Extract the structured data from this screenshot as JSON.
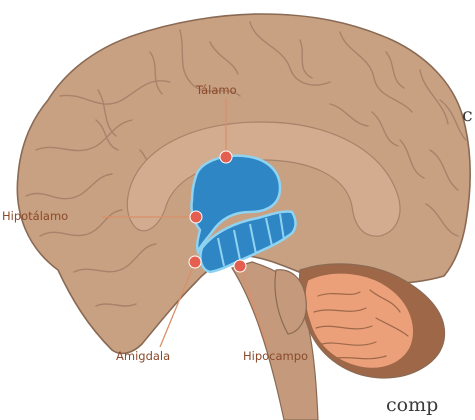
{
  "colors": {
    "cortex": "#c8a082",
    "cortex_outline": "#8a6a54",
    "sulci": "#a8826a",
    "inner": "#d3ab8e",
    "cerebellum_dark": "#9e6848",
    "cerebellum": "#eba07a",
    "stem": "#c59a7c",
    "limbic": "#2f86c4",
    "limbic_outline": "#8fd3f3",
    "accent": "#e45f4f",
    "leader": "#d9906a",
    "label": "#8a4a2a"
  },
  "labels": {
    "thalamus": "Tálamo",
    "hypothalamus": "Hipotálamo",
    "amygdala": "Amigdala",
    "hippocampus": "Hipocampo"
  },
  "edge_text": {
    "top_right": "c",
    "bottom_right": "comp"
  }
}
